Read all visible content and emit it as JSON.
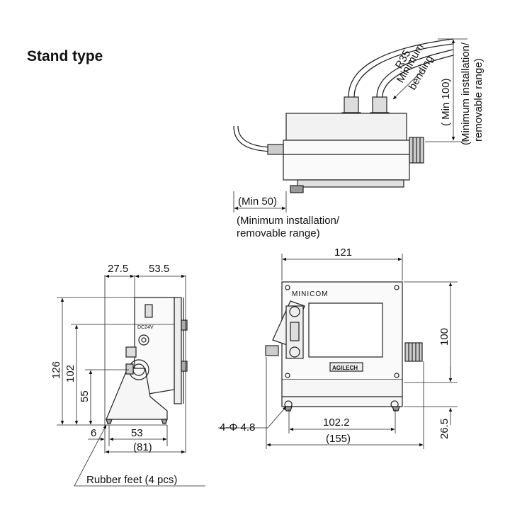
{
  "title": "Stand type",
  "top_view": {
    "bend_radius": "R35",
    "bend_note_1": "Minimum",
    "bend_note_2": "bending",
    "min_100": "( Min 100)",
    "range_1": "(Minimum installation/",
    "range_2": "removable range)",
    "min_50": "(Min 50)",
    "bottom_range_1": "(Minimum installation/",
    "bottom_range_2": "removable range)"
  },
  "side_view": {
    "dim_27_5": "27.5",
    "dim_53_5": "53.5",
    "dim_126": "126",
    "dim_102": "102",
    "dim_55": "55",
    "dim_6": "6",
    "dim_53": "53",
    "dim_81": "(81)",
    "dc_label": "DC24V",
    "rubber_feet": "Rubber feet (4 pcs)"
  },
  "front_view": {
    "dim_121": "121",
    "dim_100": "100",
    "dim_26_5": "26.5",
    "dim_102_2": "102.2",
    "dim_155": "(155)",
    "hole_note": "4-Φ 4.8",
    "brand": "MINICOM",
    "badge": "AGILECH"
  }
}
